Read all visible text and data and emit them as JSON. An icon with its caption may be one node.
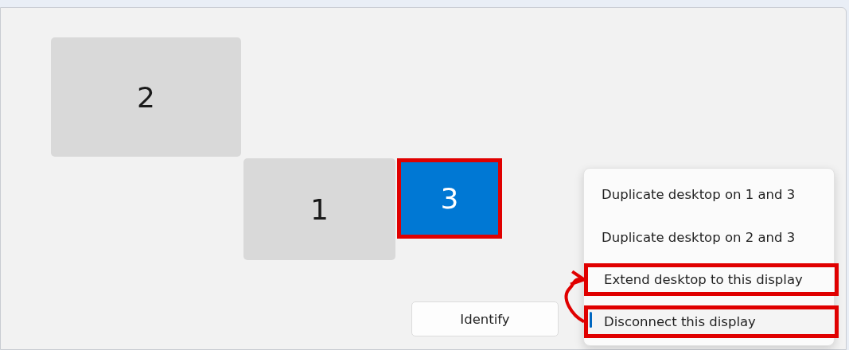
{
  "diagram": {
    "nodes": [
      {
        "text": [
          "2"
        ]
      },
      {
        "text": [
          "1"
        ]
      },
      {
        "text": [
          "3"
        ]
      },
      {
        "text": [],
        "shape": "box"
      },
      {
        "text": [
          "Duplicate desktop on 1 and 3"
        ],
        "in": 3
      },
      {
        "text": [
          "Duplicate desktop on 2 and 3"
        ],
        "in": 3
      },
      {
        "text": [
          "Extend desktop to this display"
        ],
        "in": 3
      },
      {
        "text": [
          "Disconnect this display"
        ],
        "in": 3
      },
      {
        "text": [
          "Identify"
        ]
      }
    ],
    "edges": [
      {
        "from": 7,
        "to": 6,
        "arrow": "to"
      }
    ]
  }
}
